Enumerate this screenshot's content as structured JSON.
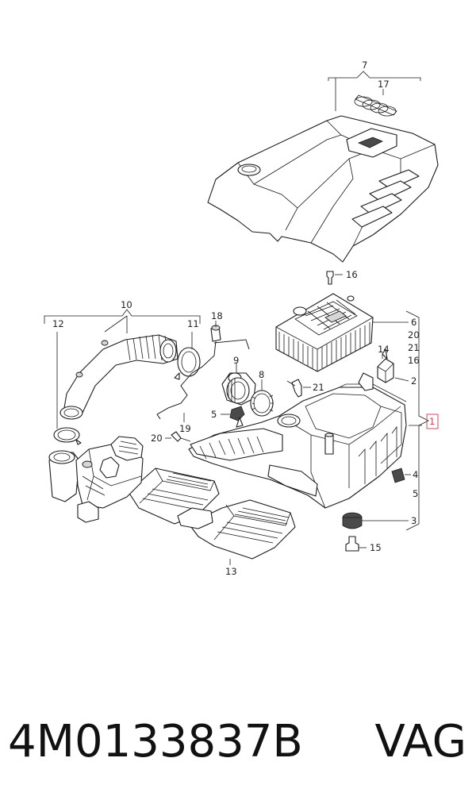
{
  "caption": {
    "part_number": "4M0133837B",
    "brand": "VAG"
  },
  "callouts": [
    {
      "id": "c7",
      "label": "7"
    },
    {
      "id": "c17",
      "label": "17"
    },
    {
      "id": "c16top",
      "label": "16"
    },
    {
      "id": "c10",
      "label": "10"
    },
    {
      "id": "c12",
      "label": "12"
    },
    {
      "id": "c11",
      "label": "11"
    },
    {
      "id": "c18",
      "label": "18"
    },
    {
      "id": "c9",
      "label": "9"
    },
    {
      "id": "c8",
      "label": "8"
    },
    {
      "id": "c21",
      "label": "21"
    },
    {
      "id": "c5a",
      "label": "5"
    },
    {
      "id": "c19",
      "label": "19"
    },
    {
      "id": "c20",
      "label": "20"
    },
    {
      "id": "c13",
      "label": "13"
    },
    {
      "id": "c14",
      "label": "14"
    },
    {
      "id": "c2",
      "label": "2"
    },
    {
      "id": "c6",
      "label": "6"
    },
    {
      "id": "c20r",
      "label": "20"
    },
    {
      "id": "c21r",
      "label": "21"
    },
    {
      "id": "c16r",
      "label": "16"
    },
    {
      "id": "c1",
      "label": "1"
    },
    {
      "id": "c4",
      "label": "4"
    },
    {
      "id": "c5r",
      "label": "5"
    },
    {
      "id": "c3",
      "label": "3"
    },
    {
      "id": "c15",
      "label": "15"
    }
  ],
  "colors": {
    "line": "#1a1a1a",
    "highlight": "#c04050"
  }
}
